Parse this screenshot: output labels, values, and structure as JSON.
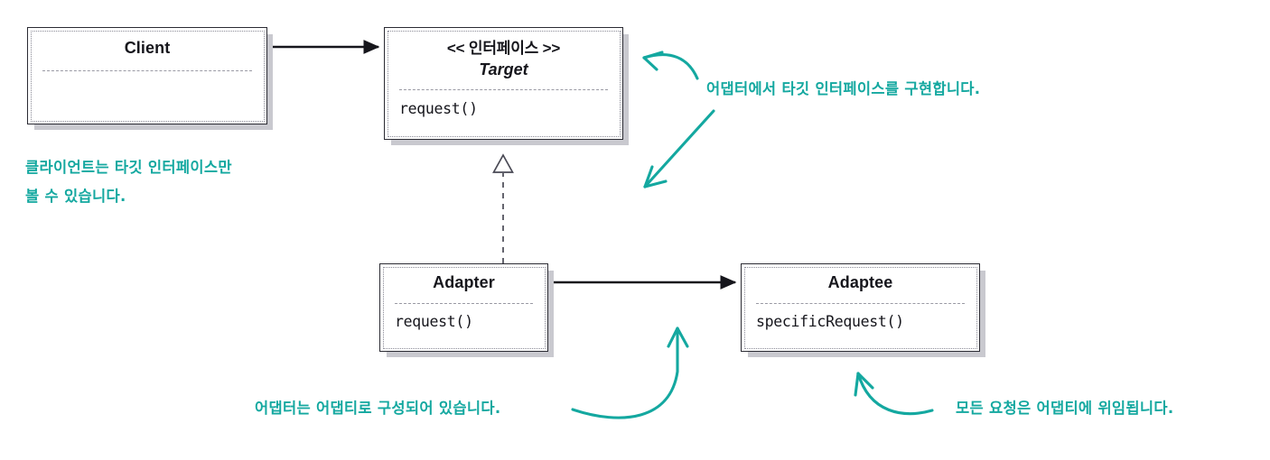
{
  "diagram": {
    "title": "Adapter Pattern Class Diagram",
    "accent_color": "#14a8a0",
    "box_border_color": "#2b2b33",
    "shadow_color": "#c9c9cf"
  },
  "classes": [
    {
      "id": "client",
      "name": "Client",
      "stereotype": "",
      "members": []
    },
    {
      "id": "target",
      "name": "Target",
      "stereotype": "<< 인터페이스 >>",
      "members": [
        "request()"
      ]
    },
    {
      "id": "adapter",
      "name": "Adapter",
      "stereotype": "",
      "members": [
        "request()"
      ]
    },
    {
      "id": "adaptee",
      "name": "Adaptee",
      "stereotype": "",
      "members": [
        "specificRequest()"
      ]
    }
  ],
  "relations": [
    {
      "id": "client-to-target",
      "kind": "association-arrow",
      "from": "Client",
      "to": "Target"
    },
    {
      "id": "adapter-implements-target",
      "kind": "realization-dashed-hollow-triangle",
      "from": "Adapter",
      "to": "Target"
    },
    {
      "id": "adapter-to-adaptee",
      "kind": "association-arrow",
      "from": "Adapter",
      "to": "Adaptee"
    }
  ],
  "notes": [
    {
      "id": "note-client",
      "lines": [
        "클라이언트는 타깃 인터페이스만",
        "볼 수 있습니다."
      ],
      "points_to": "Client"
    },
    {
      "id": "note-implements",
      "lines": [
        "어댑터에서 타깃 인터페이스를 구현합니다."
      ],
      "points_to": "Target"
    },
    {
      "id": "note-composition",
      "lines": [
        "어댑터는 어댑티로 구성되어 있습니다."
      ],
      "points_to": "Adapter"
    },
    {
      "id": "note-delegation",
      "lines": [
        "모든 요청은 어댑티에 위임됩니다."
      ],
      "points_to": "Adaptee"
    }
  ]
}
